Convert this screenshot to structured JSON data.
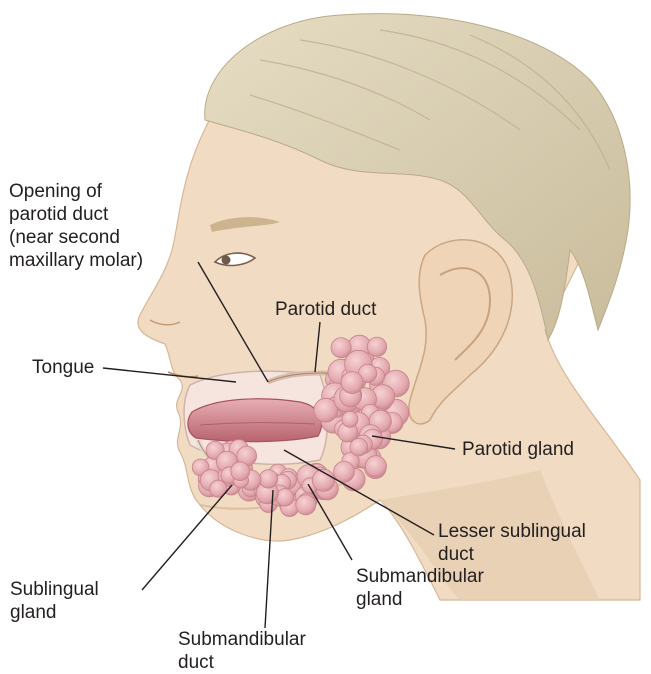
{
  "labels": {
    "parotid_opening": [
      "Opening of",
      "parotid duct",
      "(near second",
      "maxillary molar)"
    ],
    "parotid_duct": [
      "Parotid duct"
    ],
    "tongue": [
      "Tongue"
    ],
    "parotid_gland": [
      "Parotid gland"
    ],
    "lesser_sublingual_duct": [
      "Lesser sublingual",
      "duct"
    ],
    "sublingual_gland": [
      "Sublingual",
      "gland"
    ],
    "submandibular_gland": [
      "Submandibular",
      "gland"
    ],
    "submandibular_duct": [
      "Submandibular",
      "duct"
    ]
  },
  "colors": {
    "skin": "#f1dcc3",
    "skin_shadow": "#e0c2a2",
    "hair": "#d9cfb4",
    "hair_shade": "#c4b797",
    "gland": "#e3a8ae",
    "gland_edge": "#c98890",
    "tongue": "#cf7f88",
    "leader_line": "#231f20"
  }
}
